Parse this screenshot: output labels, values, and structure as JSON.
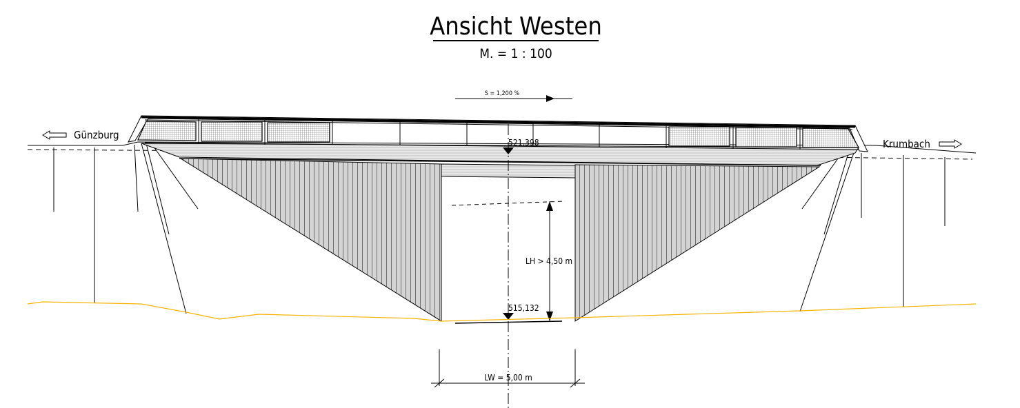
{
  "title": "Ansicht Westen",
  "scale": "M. =  1 : 100",
  "slope_label": "S = 1,200 %",
  "direction_left": "Günzburg",
  "direction_right": "Krumbach",
  "elevation_top": "521,398",
  "elevation_bottom": "515,132",
  "clearance_height": "LH > 4,50 m",
  "clearance_width": "LW = 5,00 m",
  "colors": {
    "line": "#000000",
    "hatch_fill": "#d4d4d4",
    "ground_line": "#f5b301",
    "deck_fill": "#e6e6e6"
  }
}
